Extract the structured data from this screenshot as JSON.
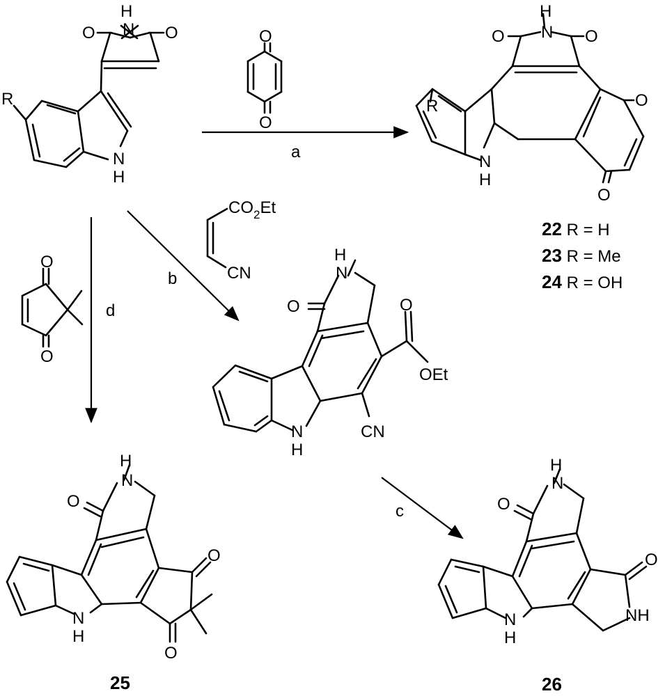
{
  "atoms": {
    "N": "N",
    "H": "H",
    "O": "O",
    "R": "R",
    "NH": "NH",
    "CN": "CN",
    "OEt": "OEt",
    "CO": "CO",
    "sub2": "2",
    "Et": "Et"
  },
  "conditions": {
    "a": "a",
    "b": "b",
    "c": "c",
    "d": "d"
  },
  "compounds": {
    "c22": {
      "id": "22",
      "rest": " R = H"
    },
    "c23": {
      "id": "23",
      "rest": "  R = Me"
    },
    "c24": {
      "id": "24",
      "rest": " R = OH"
    },
    "c25": {
      "id": "25"
    },
    "c26": {
      "id": "26"
    }
  }
}
